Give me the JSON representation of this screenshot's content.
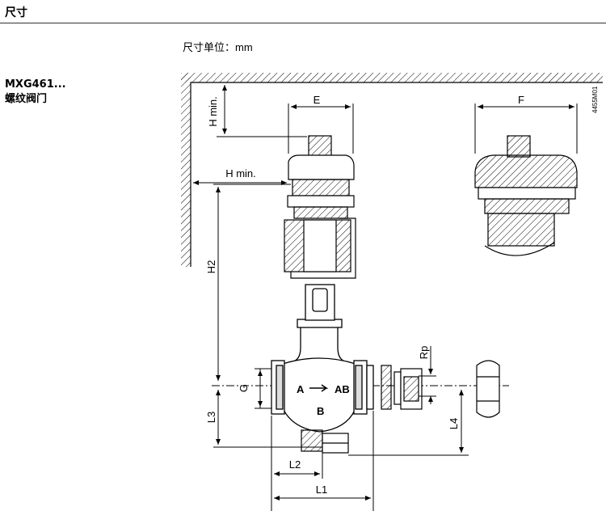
{
  "section_title": "尺寸",
  "unit_label": "尺寸单位：",
  "unit_value": "mm",
  "product": {
    "model": "MXG461...",
    "name": "螺纹阀门"
  },
  "drawing": {
    "id": "4455M01",
    "labels": {
      "E": "E",
      "F": "F",
      "H_min_vertical": "H min.",
      "H_min_horizontal": "H min.",
      "H2": "H2",
      "G": "G",
      "L3": "L3",
      "L2": "L2",
      "L1": "L1",
      "L4": "L4",
      "Rp": "Rp",
      "port_A": "A",
      "port_AB": "AB",
      "port_B": "B"
    }
  }
}
